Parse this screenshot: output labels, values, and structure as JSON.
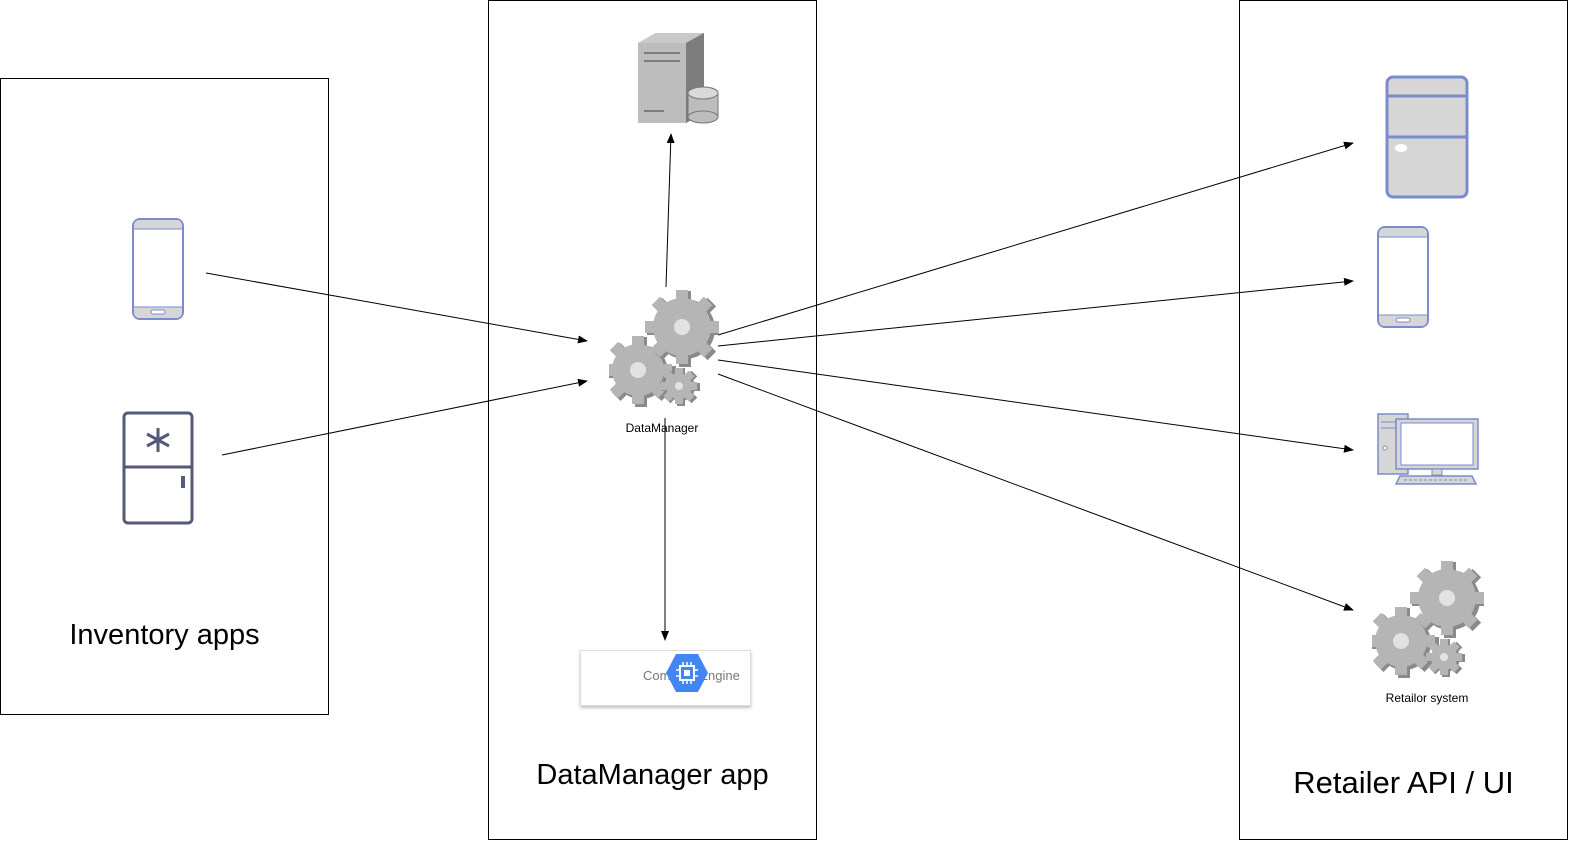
{
  "panels": {
    "inventory": {
      "title": "Inventory apps"
    },
    "datamanager": {
      "title": "DataManager app"
    },
    "retailer": {
      "title": "Retailer API / UI"
    }
  },
  "nodes": {
    "datamanager_gears": {
      "label": "DataManager",
      "icon": "gears-icon"
    },
    "compute_engine": {
      "label": "Compute Engine",
      "icon": "compute-engine-icon"
    },
    "database_server": {
      "icon": "database-server-icon"
    },
    "inventory_phone": {
      "icon": "smartphone-icon"
    },
    "inventory_fridge": {
      "icon": "refrigerator-icon"
    },
    "retailer_server": {
      "icon": "server-tower-icon"
    },
    "retailer_phone": {
      "icon": "smartphone-icon"
    },
    "retailer_desktop": {
      "icon": "desktop-computer-icon"
    },
    "retailer_system": {
      "label": "Retailor system",
      "icon": "gears-icon"
    }
  },
  "colors": {
    "device_stroke": "#7b8ccc",
    "device_fill": "#d6d6d6",
    "fridge_stroke": "#555a78",
    "gear_fill": "#b0b0b0",
    "compute_engine_blue": "#4285f4"
  }
}
